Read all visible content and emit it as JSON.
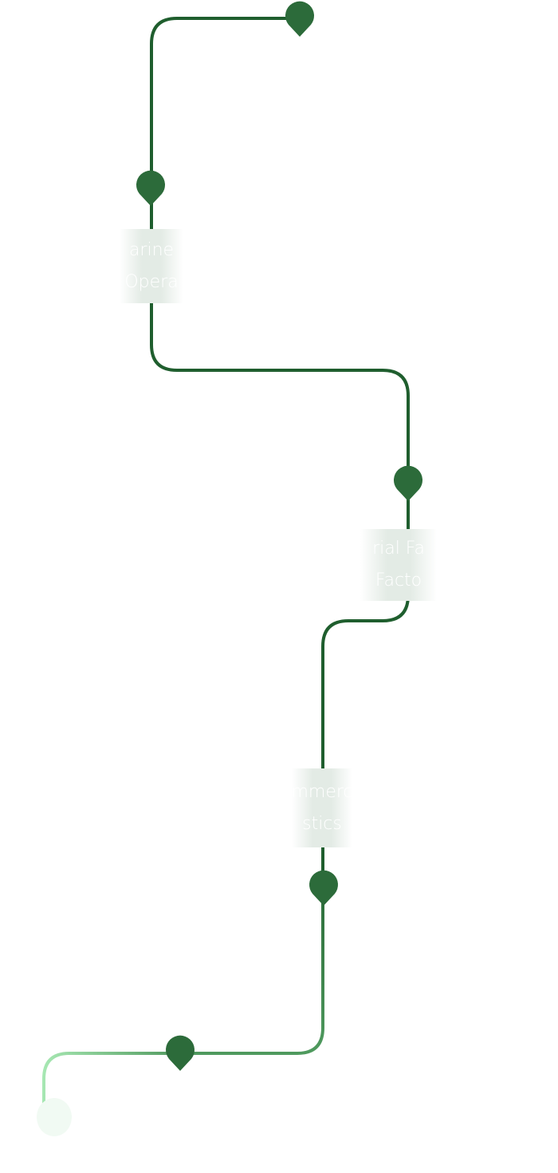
{
  "colors": {
    "path": "#1f5e2e",
    "pin": "#2c6b3a",
    "fade_start": "#a6e7b2",
    "fade_end": "#4f9a5e"
  },
  "milestones": [
    {
      "line1": "arine",
      "line2": "Opera"
    },
    {
      "line1": "rial Fa",
      "line2": "Facto"
    },
    {
      "line1": "mmerc",
      "line2": "stics"
    }
  ]
}
